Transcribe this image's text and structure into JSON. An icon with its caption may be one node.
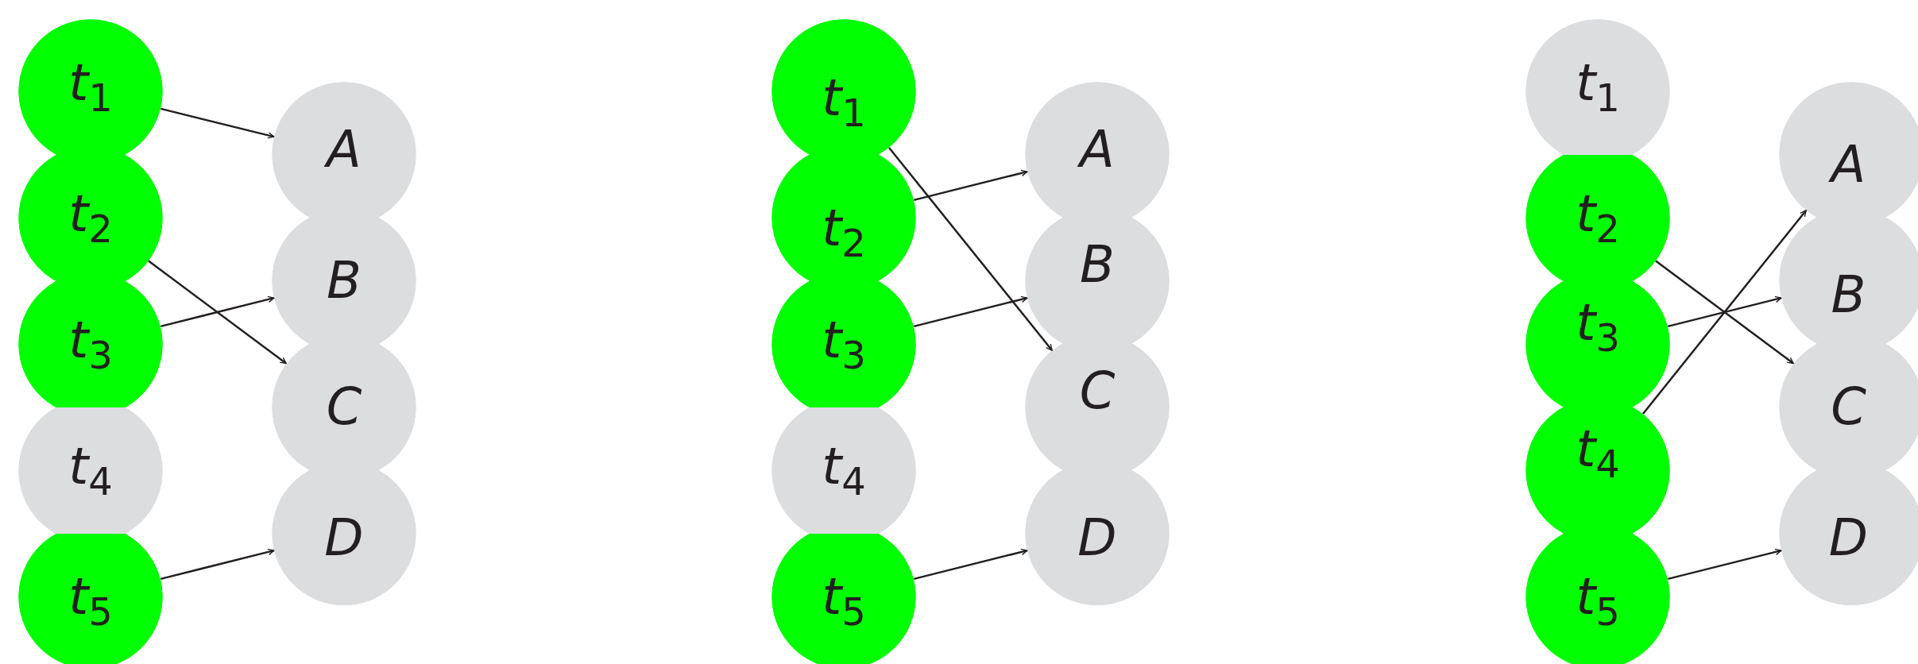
{
  "diagram": {
    "nodes": [
      {
        "text": [
          "t$_{1}$"
        ]
      },
      {
        "text": [
          "t$_{2}$"
        ]
      },
      {
        "text": [
          "t$_{3}$"
        ]
      },
      {
        "text": [
          "t$_{4}$"
        ]
      },
      {
        "text": [
          "t$_{5}$"
        ]
      },
      {
        "text": [
          "A"
        ]
      },
      {
        "text": [
          "B"
        ]
      },
      {
        "text": [
          "C"
        ]
      },
      {
        "text": [
          "D"
        ]
      },
      {
        "text": [
          "t$_{1}$"
        ]
      },
      {
        "text": [
          "t$_{2}$"
        ]
      },
      {
        "text": [
          "t$_{3}$"
        ]
      },
      {
        "text": [
          "t$_{4}$"
        ]
      },
      {
        "text": [
          "t$_{5}$"
        ]
      },
      {
        "text": [
          "A"
        ]
      },
      {
        "text": [
          "B"
        ]
      },
      {
        "text": [
          "C"
        ]
      },
      {
        "text": [
          "D"
        ]
      },
      {
        "text": [
          "t$_{1}$"
        ]
      },
      {
        "text": [
          "t$_{2}$"
        ]
      },
      {
        "text": [
          "t$_{3}$"
        ]
      },
      {
        "text": [
          "t$_{4}$"
        ]
      },
      {
        "text": [
          "t$_{5}$"
        ]
      },
      {
        "text": [
          "A"
        ]
      },
      {
        "text": [
          "B"
        ]
      },
      {
        "text": [
          "C"
        ]
      },
      {
        "text": [
          "D"
        ]
      }
    ],
    "edges": [
      {
        "from": 0,
        "to": 5,
        "arrow": "to"
      },
      {
        "from": 1,
        "to": 7,
        "arrow": "to"
      },
      {
        "from": 2,
        "to": 6,
        "arrow": "to"
      },
      {
        "from": 4,
        "to": 8,
        "arrow": "to"
      },
      {
        "from": 9,
        "to": 16,
        "arrow": "to"
      },
      {
        "from": 10,
        "to": 14,
        "arrow": "to"
      },
      {
        "from": 11,
        "to": 15,
        "arrow": "to"
      },
      {
        "from": 13,
        "to": 17,
        "arrow": "to"
      },
      {
        "from": 19,
        "to": 25,
        "arrow": "to"
      },
      {
        "from": 20,
        "to": 24,
        "arrow": "to"
      },
      {
        "from": 21,
        "to": 23,
        "arrow": "to"
      },
      {
        "from": 22,
        "to": 26,
        "arrow": "to"
      }
    ]
  }
}
